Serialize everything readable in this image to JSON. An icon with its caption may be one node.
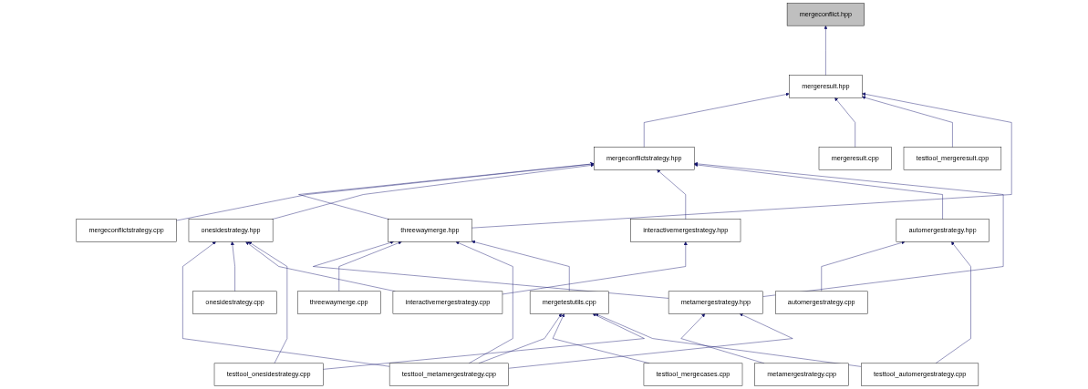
{
  "diagram": {
    "nodes": [
      {
        "text": [
          "mergeconflict.hpp"
        ]
      },
      {
        "text": [
          "mergeresult.hpp"
        ]
      },
      {
        "text": [
          "mergeconflictstrategy.hpp"
        ]
      },
      {
        "text": [
          "mergeresult.cpp"
        ]
      },
      {
        "text": [
          "testtool_mergeresult.cpp"
        ]
      },
      {
        "text": [
          "threewaymerge.hpp"
        ]
      },
      {
        "text": [
          "mergeconflictstrategy.cpp"
        ]
      },
      {
        "text": [
          "onesidestrategy.hpp"
        ]
      },
      {
        "text": [
          "interactivemergestrategy.hpp"
        ]
      },
      {
        "text": [
          "automergestrategy.hpp"
        ]
      },
      {
        "text": [
          "metamergestrategy.hpp"
        ]
      },
      {
        "text": [
          "threewaymerge.cpp"
        ]
      },
      {
        "text": [
          "mergetestutils.cpp"
        ]
      },
      {
        "text": [
          "onesidestrategy.cpp"
        ]
      },
      {
        "text": [
          "interactivemergestrategy.cpp"
        ]
      },
      {
        "text": [
          "automergestrategy.cpp"
        ]
      },
      {
        "text": [
          "metamergestrategy.cpp"
        ]
      },
      {
        "text": [
          "testtool_metamergestrategy.cpp"
        ]
      },
      {
        "text": [
          "testtool_mergecases.cpp"
        ]
      },
      {
        "text": [
          "testtool_onesidestrategy.cpp"
        ]
      },
      {
        "text": [
          "testtool_automergestrategy.cpp"
        ]
      }
    ],
    "edges": [
      {
        "from": 1,
        "to": 0,
        "arrow": "to"
      },
      {
        "from": 2,
        "to": 1,
        "arrow": "to"
      },
      {
        "from": 3,
        "to": 1,
        "arrow": "to"
      },
      {
        "from": 4,
        "to": 1,
        "arrow": "to"
      },
      {
        "from": 5,
        "to": 1,
        "arrow": "to"
      },
      {
        "from": 5,
        "to": 2,
        "arrow": "to"
      },
      {
        "from": 6,
        "to": 2,
        "arrow": "to"
      },
      {
        "from": 7,
        "to": 2,
        "arrow": "to"
      },
      {
        "from": 8,
        "to": 2,
        "arrow": "to"
      },
      {
        "from": 9,
        "to": 2,
        "arrow": "to"
      },
      {
        "from": 10,
        "to": 2,
        "arrow": "to"
      },
      {
        "from": 10,
        "to": 5,
        "arrow": "to"
      },
      {
        "from": 11,
        "to": 5,
        "arrow": "to"
      },
      {
        "from": 17,
        "to": 5,
        "arrow": "to"
      },
      {
        "from": 12,
        "to": 5,
        "arrow": "to"
      },
      {
        "from": 17,
        "to": 7,
        "arrow": "to"
      },
      {
        "from": 13,
        "to": 7,
        "arrow": "to"
      },
      {
        "from": 14,
        "to": 7,
        "arrow": "to"
      },
      {
        "from": 19,
        "to": 7,
        "arrow": "to"
      },
      {
        "from": 14,
        "to": 8,
        "arrow": "to"
      },
      {
        "from": 15,
        "to": 9,
        "arrow": "to"
      },
      {
        "from": 20,
        "to": 9,
        "arrow": "to"
      },
      {
        "from": 16,
        "to": 10,
        "arrow": "to"
      },
      {
        "from": 17,
        "to": 10,
        "arrow": "to"
      },
      {
        "from": 17,
        "to": 12,
        "arrow": "to"
      },
      {
        "from": 18,
        "to": 12,
        "arrow": "to"
      },
      {
        "from": 19,
        "to": 12,
        "arrow": "to"
      },
      {
        "from": 20,
        "to": 12,
        "arrow": "to"
      }
    ]
  }
}
